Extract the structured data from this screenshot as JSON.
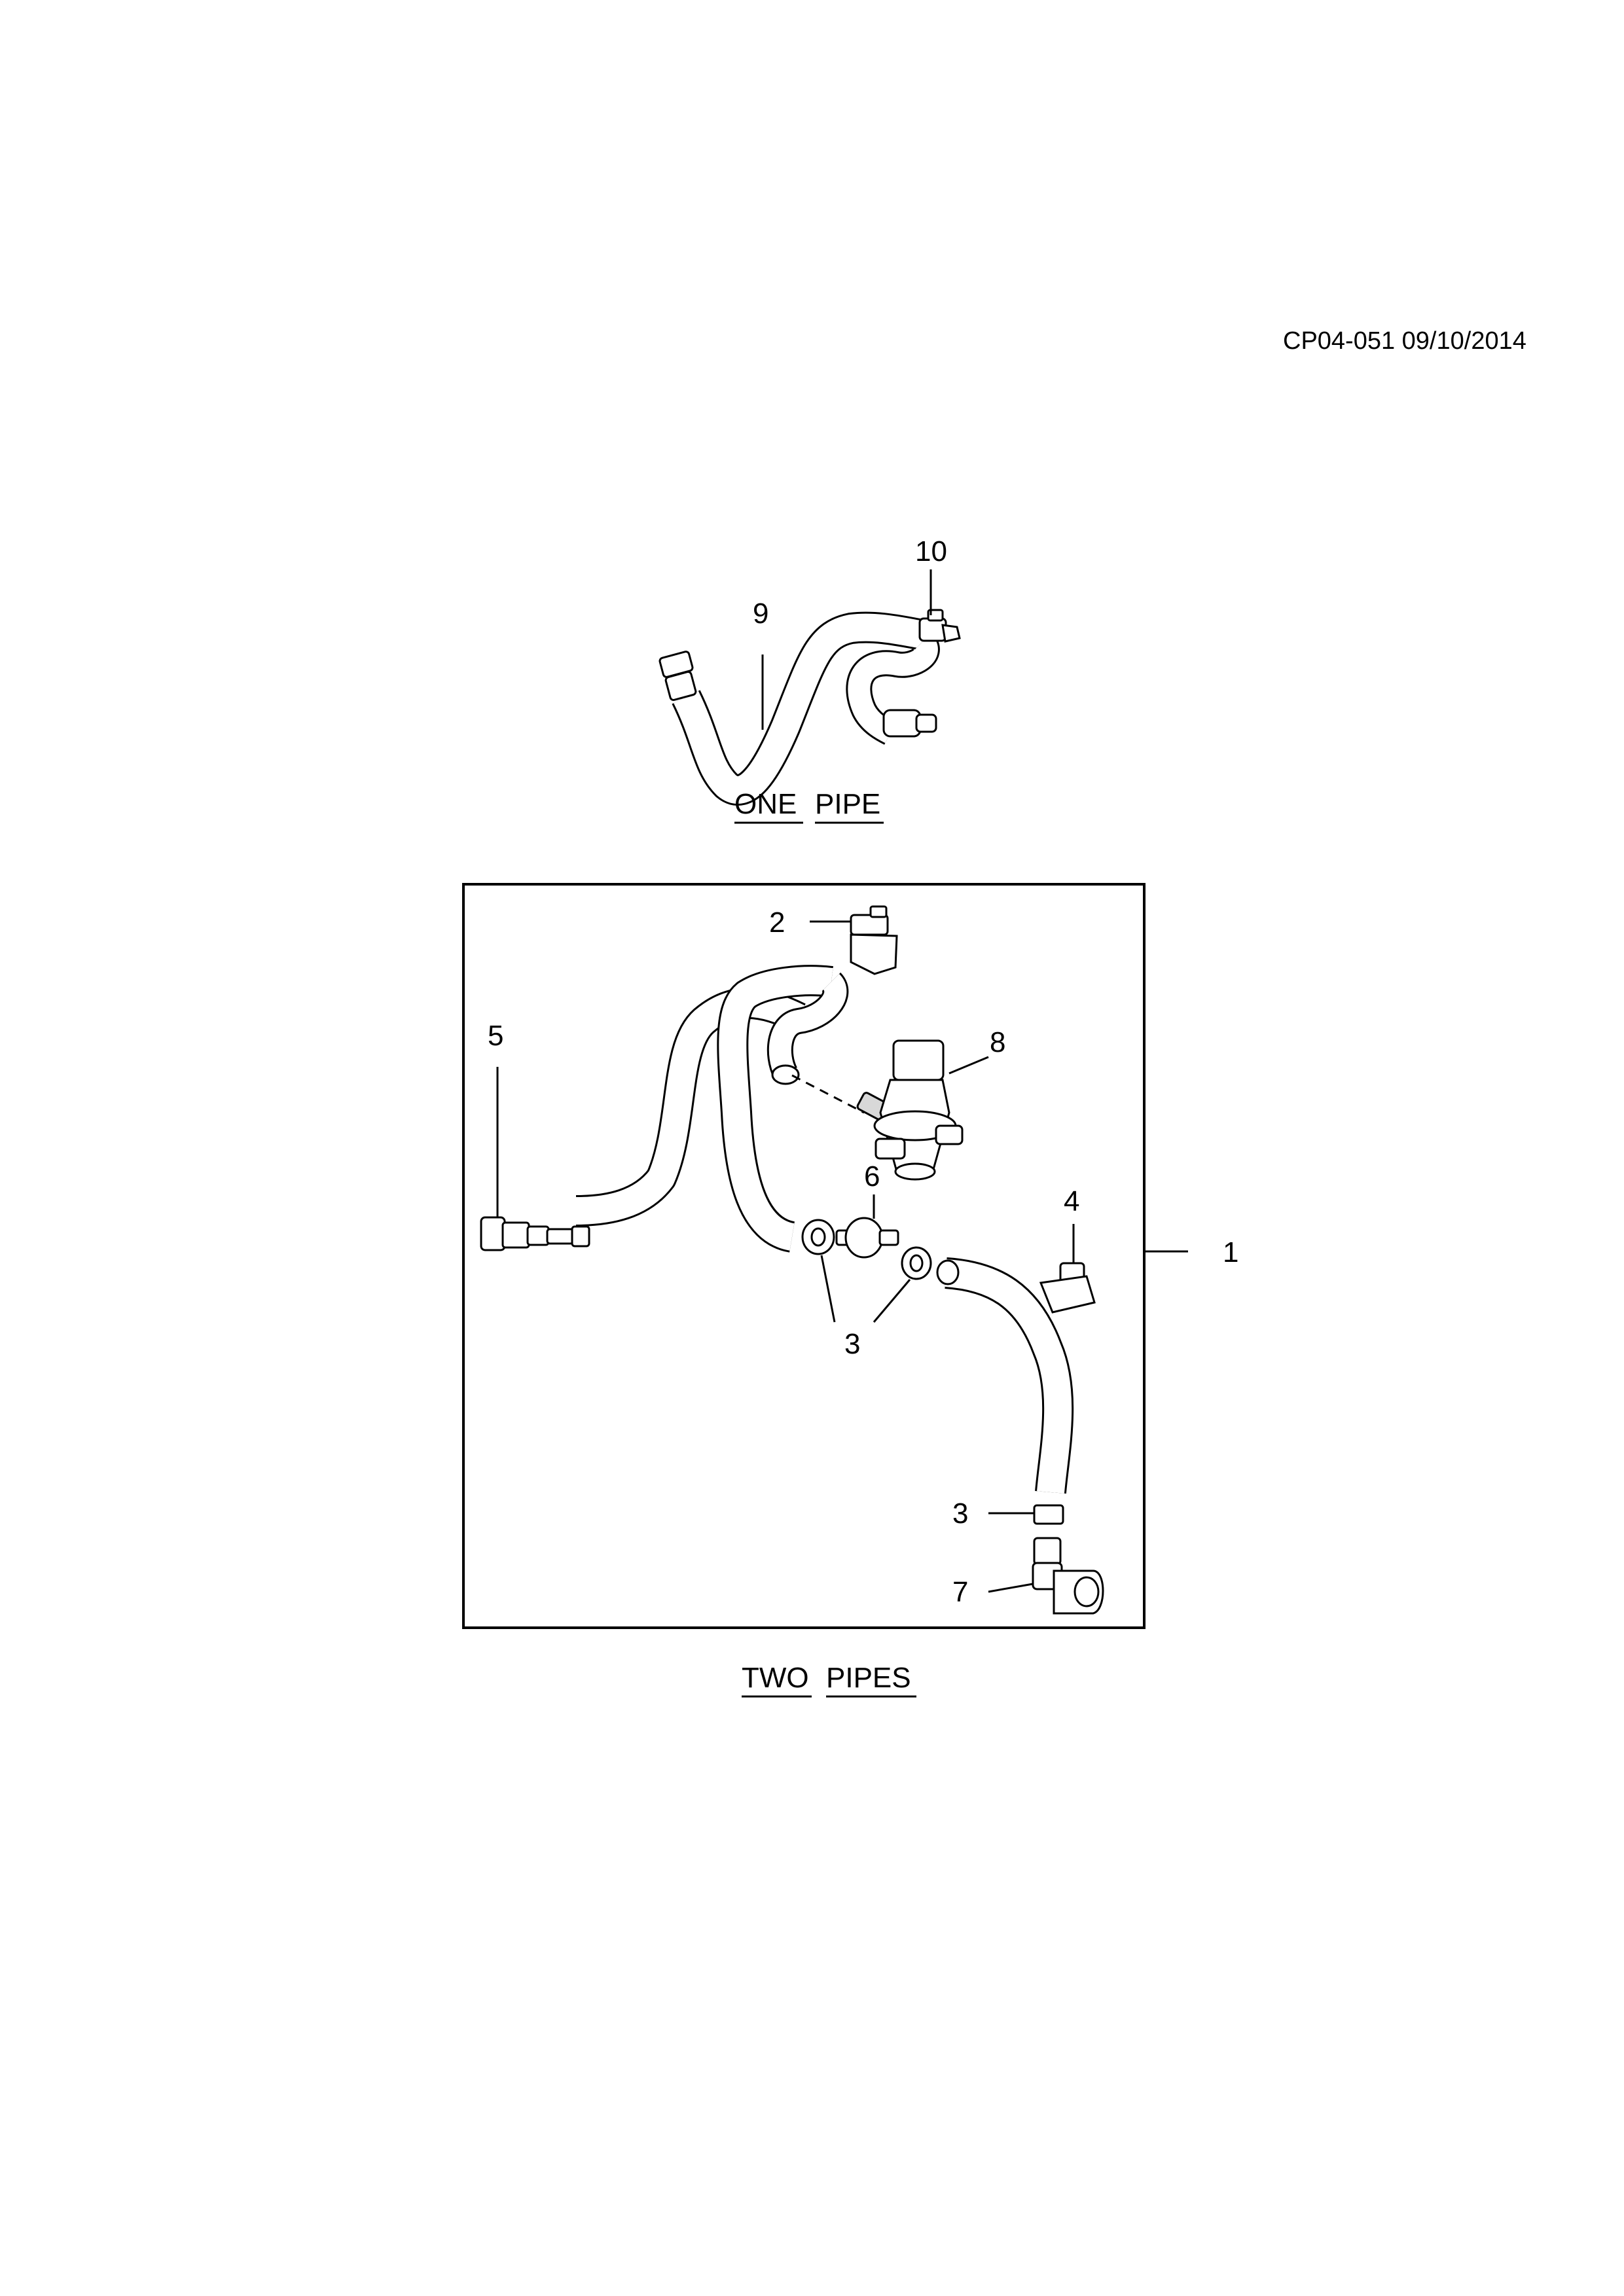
{
  "document_code": "CP04-051 09/10/2014",
  "sections": {
    "one_pipe": {
      "caption_words": [
        "ONE",
        "PIPE"
      ],
      "callouts": {
        "hose": "9",
        "clip": "10"
      }
    },
    "two_pipes": {
      "caption_words": [
        "TWO",
        "PIPES"
      ],
      "callouts": {
        "assembly": "1",
        "bracket_clip": "2",
        "clamp_a": "3",
        "clamp_b": "3",
        "clamp_c": "3",
        "retainer_clip": "4",
        "quick_connector": "5",
        "check_valve": "6",
        "elbow_connector": "7",
        "purge_solenoid": "8"
      }
    }
  }
}
